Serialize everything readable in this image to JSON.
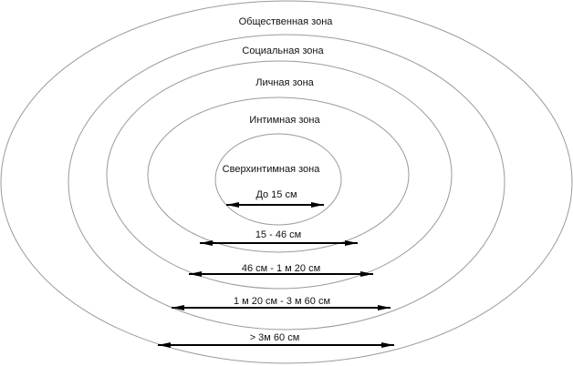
{
  "zones": [
    {
      "name": "Общественная зона",
      "distance": "> 3м 60 см"
    },
    {
      "name": "Социальная зона",
      "distance": "1 м 20 см - 3 м 60 см"
    },
    {
      "name": "Личная зона",
      "distance": "46 см - 1 м 20 см"
    },
    {
      "name": "Интимная зона",
      "distance": "15 - 46 см"
    },
    {
      "name": "Сверхинтимная зона",
      "distance": "До 15 см"
    }
  ],
  "colors": {
    "line": "#999999",
    "arrow": "#000000"
  }
}
